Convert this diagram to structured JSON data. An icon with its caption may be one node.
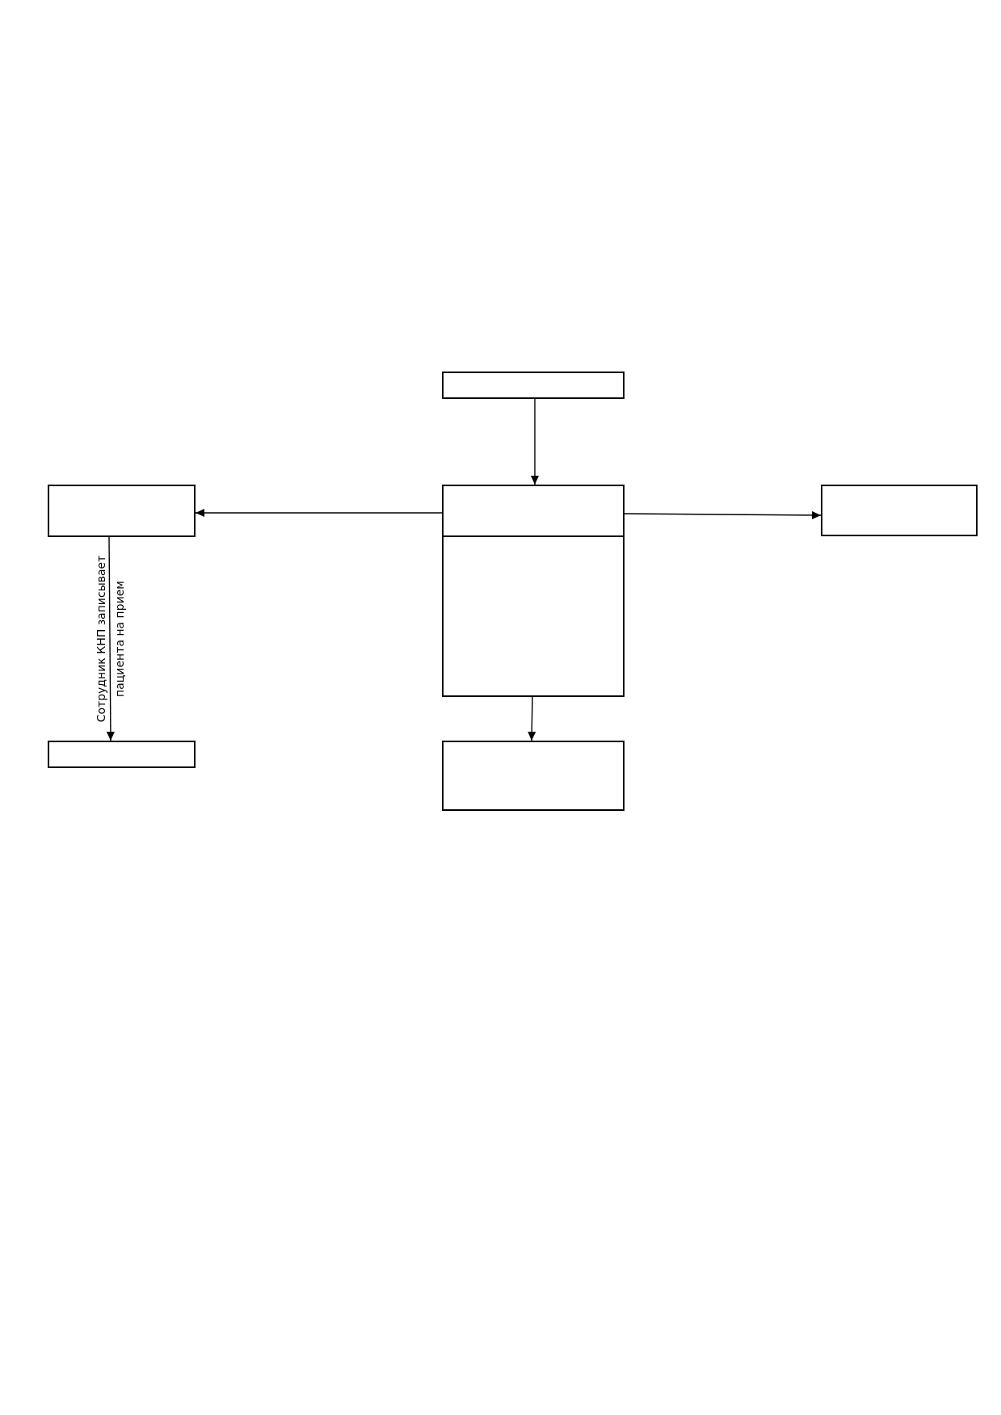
{
  "diagram": {
    "nodes": [
      {
        "text": [],
        "shape": "box"
      },
      {
        "text": [],
        "shape": "box"
      },
      {
        "text": [],
        "shape": "box"
      },
      {
        "text": [],
        "shape": "box"
      },
      {
        "text": [],
        "shape": "box"
      },
      {
        "text": [],
        "shape": "box"
      },
      {
        "text": [],
        "shape": "box"
      }
    ],
    "edges": [
      {
        "from": 0,
        "to": 2,
        "arrow": "to"
      },
      {
        "from": 2,
        "to": 1,
        "arrow": "to"
      },
      {
        "from": 2,
        "to": 3,
        "arrow": "to"
      },
      {
        "from": 1,
        "to": 5,
        "arrow": "to",
        "label": "Сотрудник КНП записывает пациента на прием"
      },
      {
        "from": 4,
        "to": 6,
        "arrow": "to"
      }
    ]
  }
}
